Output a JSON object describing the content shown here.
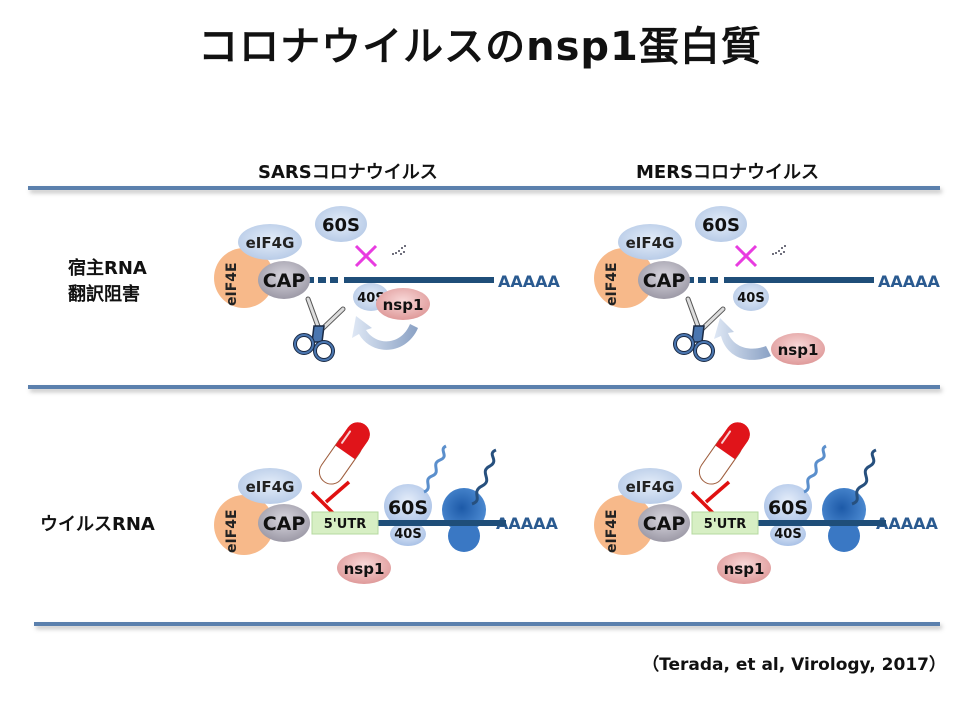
{
  "title": "コロナウイルスのnsp1蛋白質",
  "columns": [
    {
      "heading": "SARSコロナウイルス"
    },
    {
      "heading": "MERSコロナウイルス"
    }
  ],
  "rows": [
    {
      "label_lines": [
        "宿主RNA",
        "翻訳阻害"
      ]
    },
    {
      "label_lines": [
        "ウイルスRNA"
      ]
    }
  ],
  "host_panel": {
    "eIF4G": "eIF4G",
    "eIF4E": "eIF4E",
    "cap": "CAP",
    "s60": "60S",
    "s40": "40S",
    "nsp1": "nsp1",
    "polyA": "AAAAA",
    "icons": [
      "scissors-icon",
      "curved-arrow-icon",
      "cross-mark-icon",
      "fragments-icon"
    ]
  },
  "viral_panel": {
    "eIF4G": "eIF4G",
    "eIF4E": "eIF4E",
    "cap": "CAP",
    "utr": "5'UTR",
    "s60": "60S",
    "s40": "40S",
    "nsp1": "nsp1",
    "polyA": "AAAAA",
    "icons": [
      "capsule-icon",
      "inhibition-icon",
      "ribosome-icon",
      "peptide-icon"
    ]
  },
  "colors": {
    "divider": "#5b80ad",
    "mrna": "#1f4e79",
    "eIF4E": "#f7b98a",
    "eIF4G": "#b8cce8",
    "cap": "#a8a6b0",
    "nsp1": "#e8a5a5",
    "cross": "#e83ce0",
    "inhibit": "#e01010",
    "utr": "#d7efc4",
    "ribosome": "#3a78c4"
  },
  "citation": "（Terada, et al, Virology, 2017）"
}
